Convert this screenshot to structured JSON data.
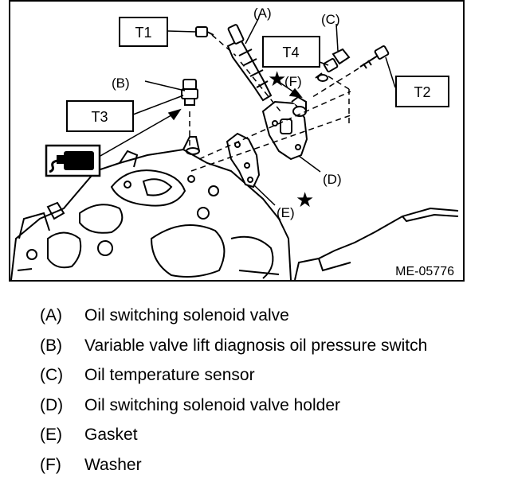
{
  "figure": {
    "id": "ME-05776",
    "torque_labels": [
      "T1",
      "T2",
      "T3",
      "T4"
    ],
    "part_labels": [
      "(A)",
      "(B)",
      "(C)",
      "(D)",
      "(E)",
      "(F)"
    ]
  },
  "legend": [
    {
      "code": "(A)",
      "text": "Oil switching solenoid valve"
    },
    {
      "code": "(B)",
      "text": "Variable valve lift diagnosis oil pressure switch"
    },
    {
      "code": "(C)",
      "text": "Oil temperature sensor"
    },
    {
      "code": "(D)",
      "text": "Oil switching solenoid valve holder"
    },
    {
      "code": "(E)",
      "text": "Gasket"
    },
    {
      "code": "(F)",
      "text": "Washer"
    }
  ]
}
